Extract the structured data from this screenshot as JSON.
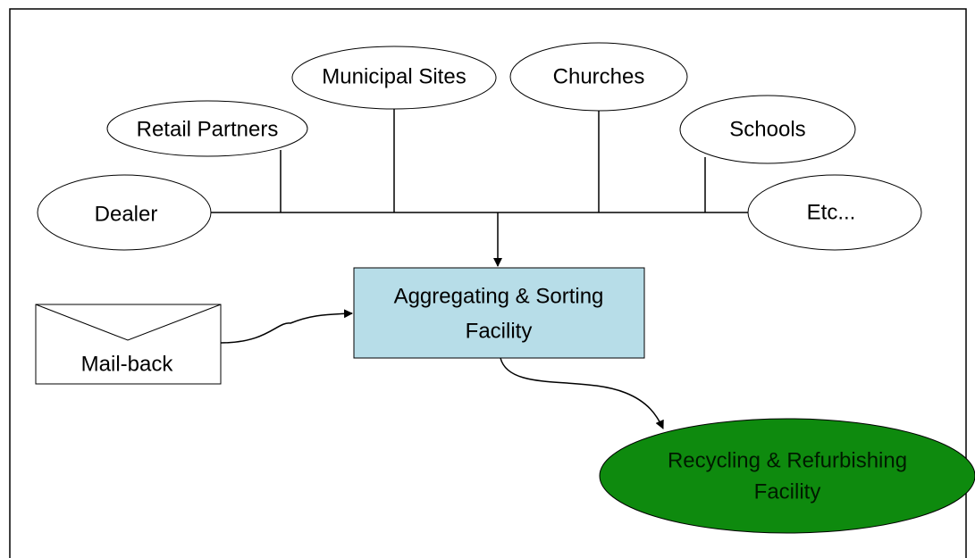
{
  "sources": {
    "dealer": "Dealer",
    "retail_partners": "Retail Partners",
    "municipal_sites": "Municipal Sites",
    "churches": "Churches",
    "schools": "Schools",
    "etc": "Etc..."
  },
  "mail_back": {
    "label": "Mail-back"
  },
  "aggregating_facility": {
    "line1": "Aggregating & Sorting",
    "line2": "Facility"
  },
  "recycling_facility": {
    "line1": "Recycling & Refurbishing",
    "line2": "Facility"
  },
  "colors": {
    "aggregating_fill": "#b7dde8",
    "recycling_fill": "#0e8a0e",
    "source_fill": "#ffffff"
  }
}
